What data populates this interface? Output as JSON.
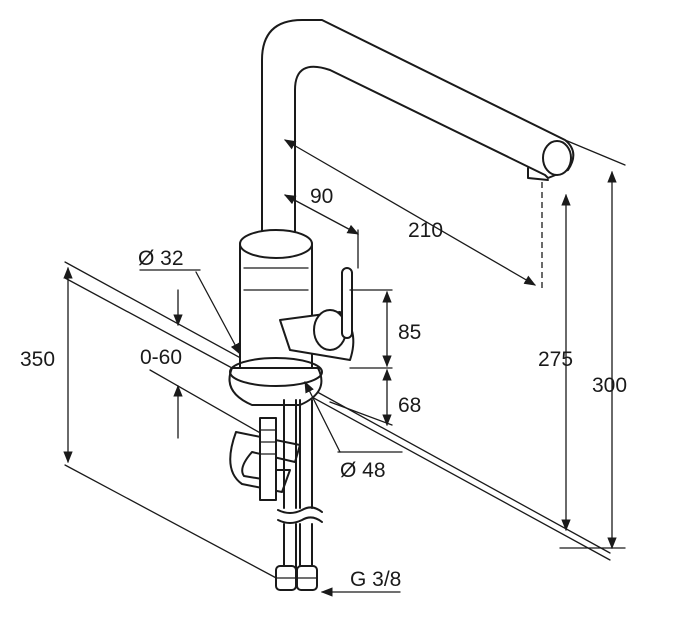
{
  "dimensions": {
    "total_height": "300",
    "spout_height": "275",
    "spout_reach": "210",
    "lever_offset": "90",
    "body_diameter": "Ø 32",
    "base_diameter": "Ø 48",
    "lever_height": "85",
    "body_height": "68",
    "below_counter": "350",
    "countertop_thickness": "0-60",
    "thread": "G 3/8"
  }
}
